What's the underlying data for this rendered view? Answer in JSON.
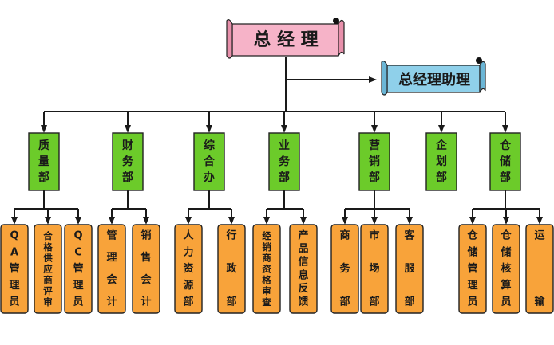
{
  "colors": {
    "ceo_fill": "#f6b3c8",
    "assistant_fill": "#8fd0ea",
    "dept_fill": "#6ccb2a",
    "team_fill": "#f8a33a",
    "line": "#1a1a1a"
  },
  "ceo": {
    "label": "总 经 理"
  },
  "assistant": {
    "label": "总经理助理"
  },
  "departments": [
    {
      "label": "质量部",
      "teams": [
        "QA管理员",
        "合格供应商评审",
        "QC管理员"
      ]
    },
    {
      "label": "财务部",
      "teams": [
        "管理会计",
        "销售会计"
      ]
    },
    {
      "label": "综合办",
      "teams": [
        "人力资源部",
        "行政部"
      ]
    },
    {
      "label": "业务部",
      "teams": [
        "经销商资格审查",
        "产品信息反馈"
      ]
    },
    {
      "label": "营销部",
      "teams": [
        "商务部",
        "市场部",
        "客服部"
      ]
    },
    {
      "label": "企划部",
      "teams": []
    },
    {
      "label": "仓储部",
      "teams": [
        "仓储管理员",
        "仓储核算员",
        "运输"
      ]
    }
  ]
}
